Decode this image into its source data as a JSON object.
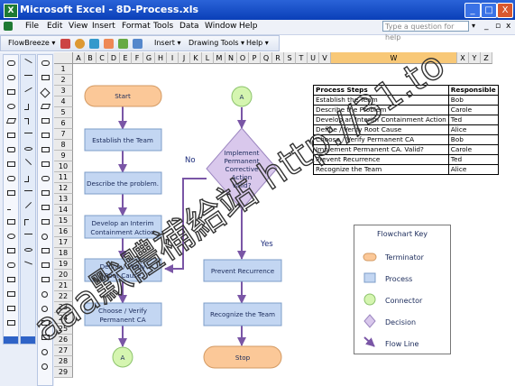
{
  "window": {
    "title": "Microsoft Excel - 8D-Process.xls",
    "app_badge": "X",
    "minimize": "_",
    "maximize": "□",
    "close": "X"
  },
  "menu": {
    "items": [
      "File",
      "Edit",
      "View",
      "Insert",
      "Format",
      "Tools",
      "Data",
      "Window",
      "Help"
    ],
    "help_placeholder": "Type a question for help",
    "help_arrow": "▾",
    "doc_min": "_",
    "doc_restore": "▫",
    "doc_close": "x"
  },
  "toolbar": {
    "flowbreeze": "FlowBreeze ▾",
    "insert": "Insert ▾",
    "drawing_tools": "Drawing Tools ▾",
    "help": "Help ▾"
  },
  "sheet": {
    "columns": [
      "A",
      "B",
      "C",
      "D",
      "E",
      "F",
      "G",
      "H",
      "I",
      "J",
      "K",
      "L",
      "M",
      "N",
      "O",
      "P",
      "Q",
      "R",
      "S",
      "T",
      "U",
      "V",
      "W",
      "X",
      "Y",
      "Z"
    ],
    "selected_column": "W",
    "rows": [
      "1",
      "2",
      "3",
      "4",
      "5",
      "6",
      "7",
      "8",
      "9",
      "10",
      "11",
      "12",
      "13",
      "14",
      "15",
      "16",
      "17",
      "18",
      "19",
      "20",
      "21",
      "22",
      "23",
      "24",
      "25",
      "26",
      "27",
      "28",
      "29"
    ]
  },
  "flowchart": {
    "start": "Start",
    "establish": "Establish the Team",
    "describe": "Describe the problem.",
    "interim_1": "Develop an Interim",
    "interim_2": "Containment Action",
    "define_1": "Define / Verify",
    "define_2": "Root Cause",
    "choose_1": "Choose / Verify",
    "choose_2": "Permanent CA",
    "connector": "A",
    "decision_1": "Implement",
    "decision_2": "Permanent",
    "decision_3": "Corrective",
    "decision_4": "Action",
    "decision_5": "Valid?",
    "no": "No",
    "yes": "Yes",
    "prevent": "Prevent Recurrence",
    "recognize": "Recognize the Team",
    "stop": "Stop"
  },
  "process_table": {
    "headers": [
      "Process Steps",
      "Responsible"
    ],
    "rows": [
      [
        "Establish the Team",
        "Bob"
      ],
      [
        "Describe the Problem",
        "Carole"
      ],
      [
        "Develop an Interim Containment Action",
        "Ted"
      ],
      [
        "Define / Verify Root Cause",
        "Alice"
      ],
      [
        "Choose / Verify Permanent CA",
        "Bob"
      ],
      [
        "Implement Permanent CA. Valid?",
        "Carole"
      ],
      [
        "Prevent Recurrence",
        "Ted"
      ],
      [
        "Recognize the Team",
        "Alice"
      ]
    ]
  },
  "key": {
    "title": "Flowchart Key",
    "terminator": "Terminator",
    "process": "Process",
    "connector": "Connector",
    "decision": "Decision",
    "flow_line": "Flow Line"
  },
  "watermark": "aaa默體補給站 http://31.to",
  "colors": {
    "title_bar": "#0a3fb8",
    "process_fill": "#c3d6f2",
    "terminator_fill": "#fbc898",
    "connector_fill": "#d5f5b0",
    "decision_fill": "#d9c8ec",
    "flow_line": "#7a56a6",
    "selected_column": "#f8c877"
  }
}
